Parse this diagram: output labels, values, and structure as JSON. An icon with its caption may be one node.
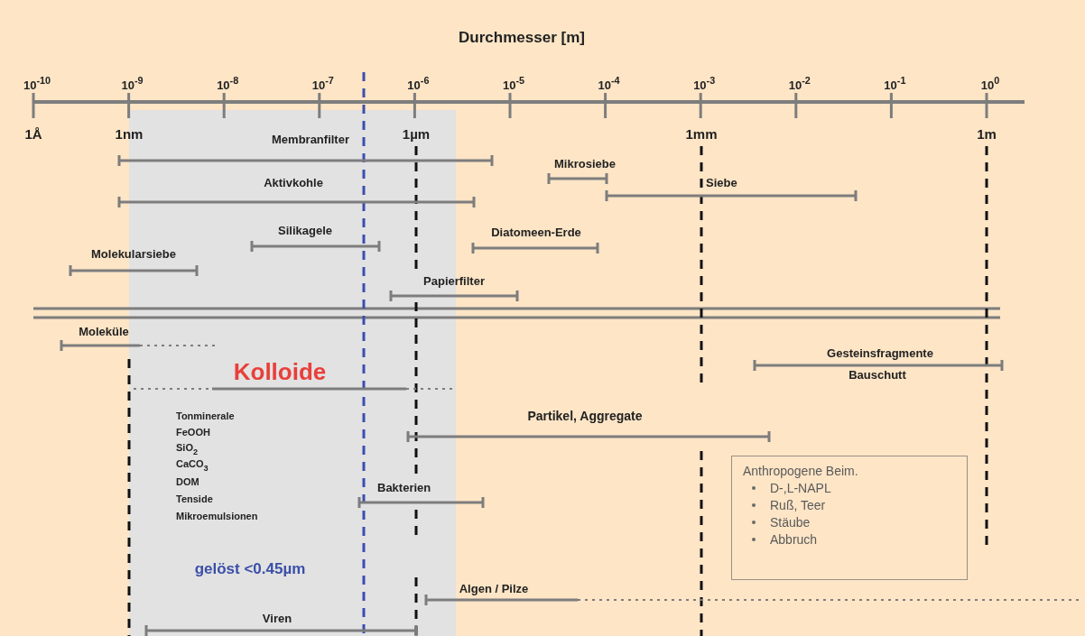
{
  "diagram": {
    "title": "Durchmesser [m]",
    "nodes": [
      {
        "text": [
          "Anthropogene Beim.",
          "D-,L-NAPL",
          "Ruß, Teer",
          "Stäube",
          "Abbruch"
        ]
      }
    ],
    "labels": [
      "10$^{-10}$",
      "10$^{-9}$",
      "10$^{-8}$",
      "10$^{-7}$",
      "10$^{-6}$",
      "10$^{-5}$",
      "10$^{-4}$",
      "10$^{-3}$",
      "10$^{-2}$",
      "10$^{-1}$",
      "10$^{0}$",
      "1Å",
      "1nm",
      "1µm",
      "1mm",
      "1m",
      "Membranfilter",
      "Mikrosiebe",
      "Aktivkohle",
      "Siebe",
      "Silikagele",
      "Diatomeen-Erde",
      "Molekularsiebe",
      "Papierfilter",
      "Moleküle",
      "Gesteinsfragmente",
      "Kolloide",
      "Bauschutt",
      "Tonminerale",
      "Partikel, Aggregate",
      "FeOOH",
      "SiO$_{2}$",
      "CaCO$_{3}$",
      "DOM",
      "Bakterien",
      "Tenside",
      "Mikroemulsionen",
      "gelöst <0.45µm",
      "Algen / Pilze",
      "Viren"
    ]
  }
}
